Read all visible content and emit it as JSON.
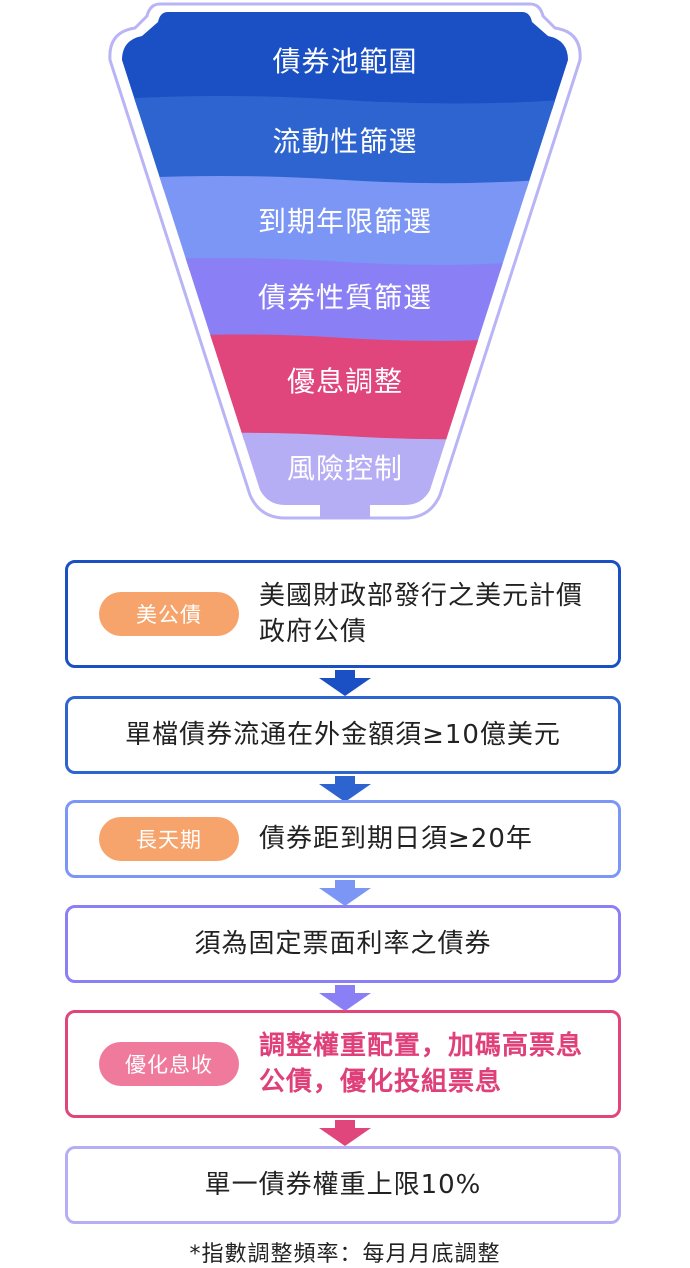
{
  "funnel": {
    "layers": [
      {
        "label": "債券池範圍",
        "color": "#1b4fc4"
      },
      {
        "label": "流動性篩選",
        "color": "#2e64cf"
      },
      {
        "label": "到期年限篩選",
        "color": "#7c96f5"
      },
      {
        "label": "債券性質篩選",
        "color": "#8a7ff5"
      },
      {
        "label": "優息調整",
        "color": "#e0457b"
      },
      {
        "label": "風險控制",
        "color": "#b5aef5"
      }
    ]
  },
  "steps": [
    {
      "tag": "美公債",
      "text": "美國財政部發行之美元計價政府公債",
      "border": "#1b4fc4",
      "tag_color": "#f7a46c"
    },
    {
      "text": "單檔債券流通在外金額須≥10億美元",
      "border": "#2e64cf"
    },
    {
      "tag": "長天期",
      "text": "債券距到期日須≥20年",
      "border": "#7c96f5",
      "tag_color": "#f7a46c"
    },
    {
      "text": "須為固定票面利率之債券",
      "border": "#8a7ff5"
    },
    {
      "tag": "優化息收",
      "text": "調整權重配置，加碼高票息公債，優化投組票息",
      "border": "#e0457b",
      "tag_color": "#f07a9c"
    },
    {
      "text": "單一債券權重上限10%",
      "border": "#b5aef5"
    }
  ],
  "arrows": [
    "#1b4fc4",
    "#2e64cf",
    "#7c96f5",
    "#8a7ff5",
    "#e0457b"
  ],
  "footnote": "*指數調整頻率：每月月底調整"
}
